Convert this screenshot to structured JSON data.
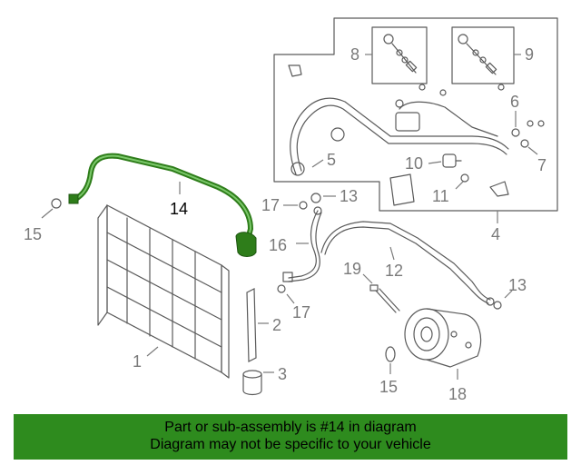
{
  "callouts": {
    "c1": "1",
    "c2": "2",
    "c3": "3",
    "c4": "4",
    "c5": "5",
    "c6": "6",
    "c7": "7",
    "c8": "8",
    "c9": "9",
    "c10": "10",
    "c11": "11",
    "c12": "12",
    "c13a": "13",
    "c13b": "13",
    "c14": "14",
    "c15a": "15",
    "c15b": "15",
    "c16": "16",
    "c17a": "17",
    "c17b": "17",
    "c18": "18",
    "c19": "19"
  },
  "highlight": {
    "part": "14",
    "color": "#2e7d1a"
  },
  "banner": {
    "line1": "Part or sub-assembly is #14 in diagram",
    "line2": "Diagram may not be specific to your vehicle",
    "color": "#2e8b1e"
  }
}
